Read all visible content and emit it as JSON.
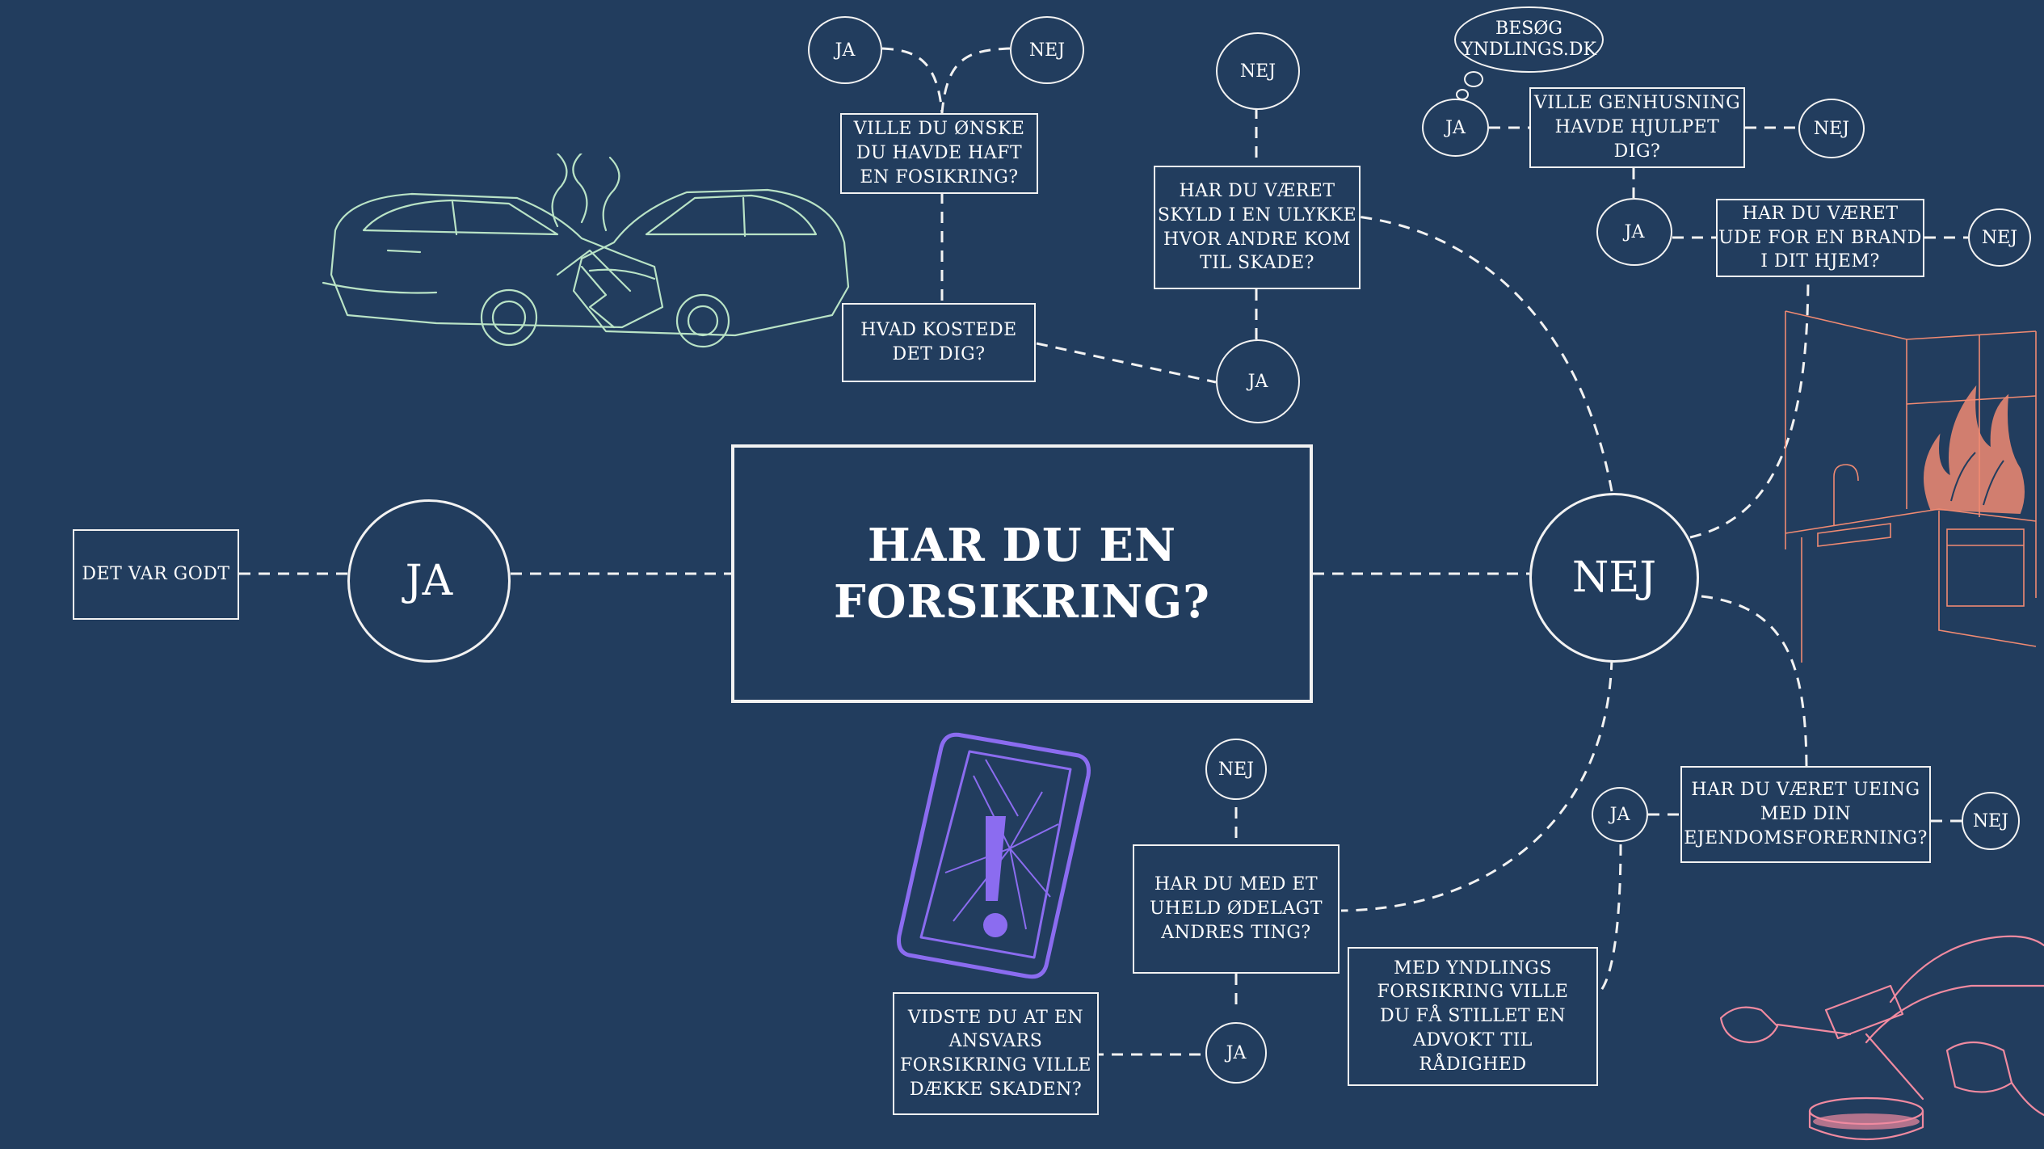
{
  "colors": {
    "background": "#223d5e",
    "line": "#f2f2f2",
    "car_sketch": "#b9e3c6",
    "phone_sketch": "#8b6cf0",
    "fire_sketch": "#f08a72",
    "judge_sketch": "#f08aa0"
  },
  "main_question": "HAR DU EN\nFORSIKRING?",
  "yes_big": "JA",
  "no_big": "NEJ",
  "det_var_godt": "DET VAR GODT",
  "car_branch": {
    "q_wish": "VILLE DU ØNSKE\nDU HAVDE HAFT\nEN FOSIKRING?",
    "q_cost": "HVAD KOSTEDE\nDET DIG?",
    "ja": "JA",
    "nej": "NEJ"
  },
  "fault_branch": {
    "q_fault": "HAR DU VÆRET\nSKYLD I EN ULYKKE\nHVOR ANDRE KOM\nTIL SKADE?",
    "nej": "NEJ",
    "ja": "JA"
  },
  "fire_branch": {
    "thought": "BESØG\nYNDLINGS.DK",
    "q_housing": "VILLE GENHUSNING\nHAVDE HJULPET\nDIG?",
    "ja_top": "JA",
    "nej_top": "NEJ",
    "q_fire": "HAR DU VÆRET\nUDE FOR EN BRAND\nI DIT HJEM?",
    "ja_fire": "JA",
    "nej_fire": "NEJ"
  },
  "things_branch": {
    "q_broken": "HAR DU MED ET\nUHELD ØDELAGT\nANDRES TING?",
    "nej": "NEJ",
    "ja": "JA",
    "q_liability": "VIDSTE DU AT EN\nANSVARS\nFORSIKRING VILLE\nDÆKKE SKADEN?"
  },
  "dispute_branch": {
    "q_dispute": "HAR DU VÆRET UEING\nMED DIN\nEJENDOMSFORERNING?",
    "ja": "JA",
    "nej": "NEJ",
    "lawyer": "MED YNDLINGS\nFORSIKRING VILLE\nDU FÅ STILLET EN\nADVOKT TIL\nRÅDIGHED"
  },
  "illustrations": [
    "car-crash-sketch",
    "broken-phone-sketch",
    "kitchen-fire-sketch",
    "judge-gavel-sketch"
  ]
}
